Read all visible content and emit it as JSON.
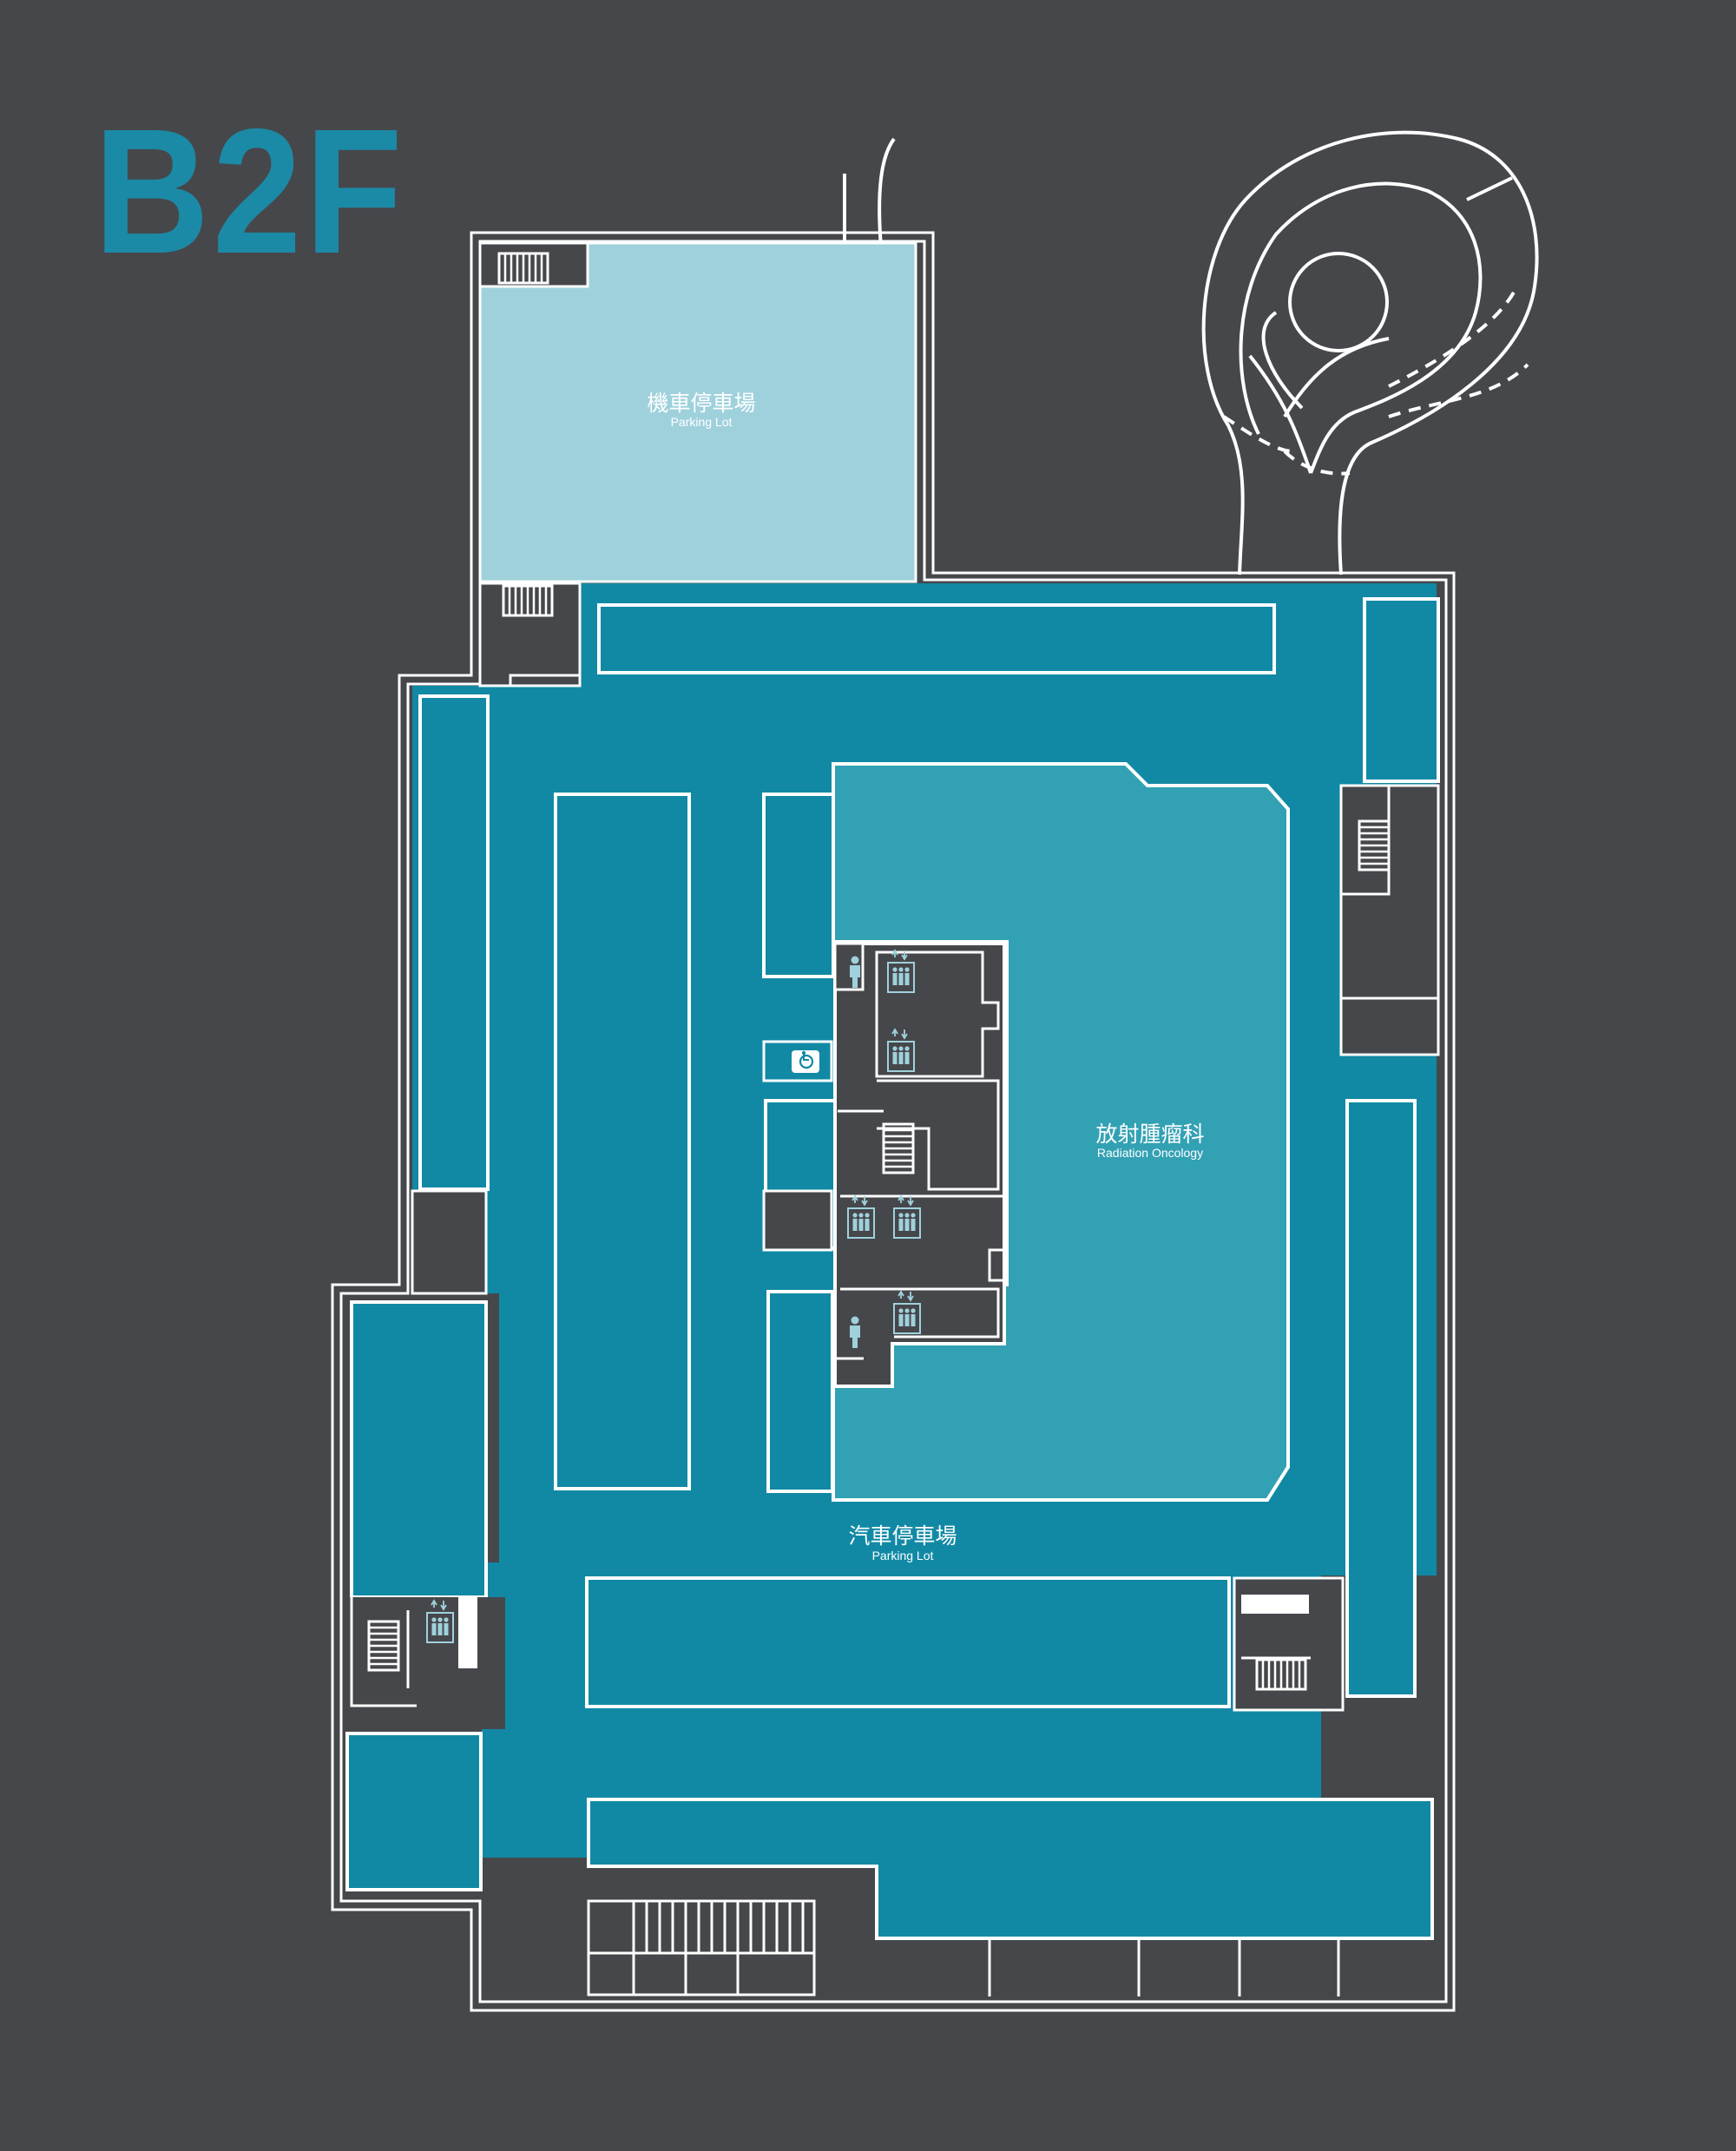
{
  "floor": {
    "label": "B2F"
  },
  "areas": {
    "scooter_parking": {
      "zh": "機車停車場",
      "en": "Parking Lot"
    },
    "car_parking": {
      "zh": "汽車停車場",
      "en": "Parking Lot"
    },
    "radiation_oncology": {
      "zh": "放射腫瘤科",
      "en": "Radiation Oncology"
    }
  },
  "colors": {
    "background": "#46474b",
    "parking_floor": "#1189a5",
    "scooter_lot": "#9fd1dc",
    "department": "#33a1b4",
    "service_core": "#46474b",
    "outline": "#ffffff",
    "icon": "#9fd1dc"
  },
  "icons": [
    "elevator-icon",
    "restroom-icon",
    "accessible-icon",
    "stairs-icon"
  ]
}
